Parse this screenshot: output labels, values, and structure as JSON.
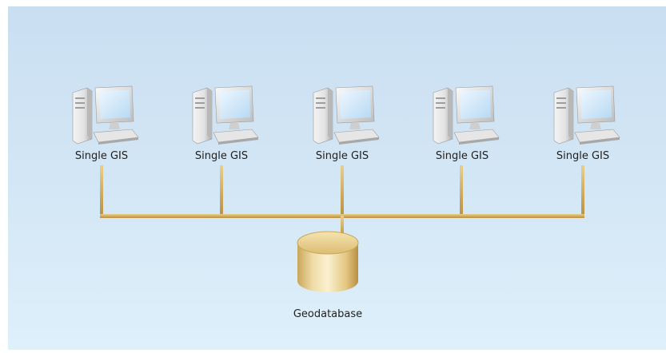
{
  "diagram": {
    "nodes": [
      {
        "label": "Single GIS",
        "icon": "computer-icon"
      },
      {
        "label": "Single GIS",
        "icon": "computer-icon"
      },
      {
        "label": "Single GIS",
        "icon": "computer-icon"
      },
      {
        "label": "Single GIS",
        "icon": "computer-icon"
      },
      {
        "label": "Single GIS",
        "icon": "computer-icon"
      }
    ],
    "database": {
      "label": "Geodatabase",
      "icon": "database-cylinder-icon"
    },
    "colors": {
      "background_top": "#c9dff1",
      "background_bottom": "#def0fa",
      "connector": "#d6b46a",
      "cylinder": "#e9d39a"
    }
  }
}
